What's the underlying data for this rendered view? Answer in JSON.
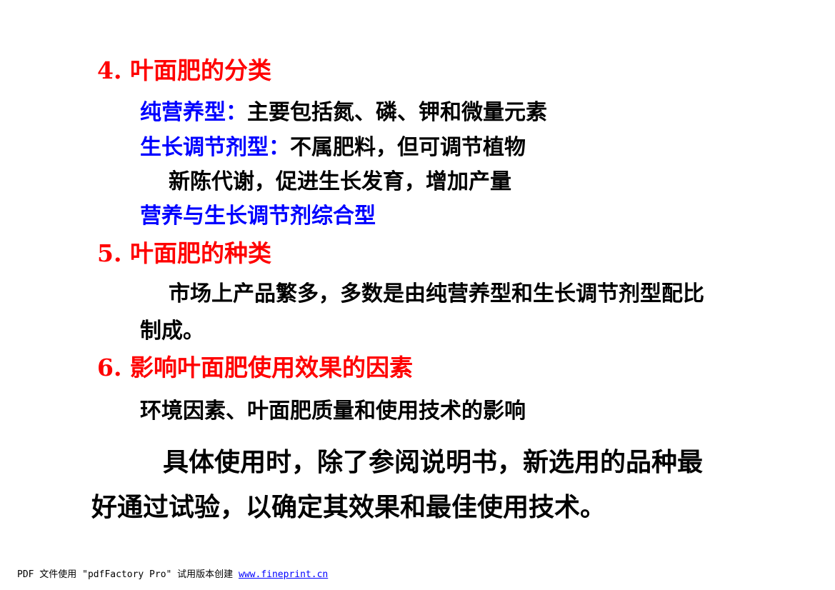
{
  "section4": {
    "heading": "4. 叶面肥的分类",
    "items": [
      {
        "label": "纯营养型：",
        "text": "主要包括氮、磷、钾和微量元素"
      },
      {
        "label": "生长调节剂型：",
        "text": "不属肥料，但可调节植物"
      },
      {
        "label": "",
        "text": "新陈代谢，促进生长发育，增加产量"
      },
      {
        "label": "营养与生长调节剂综合型",
        "text": ""
      }
    ]
  },
  "section5": {
    "heading": "5. 叶面肥的种类",
    "line1": "市场上产品繁多，多数是由纯营养型和生长调节剂型配比",
    "line2": "制成。"
  },
  "section6": {
    "heading": "6. 影响叶面肥使用效果的因素",
    "text": "环境因素、叶面肥质量和使用技术的影响"
  },
  "closing": {
    "line1": "具体使用时，除了参阅说明书，新选用的品种最",
    "line2": "好通过试验，以确定其效果和最佳使用技术。"
  },
  "footer": {
    "text": "PDF 文件使用 \"pdfFactory Pro\" 试用版本创建 ",
    "link": "www.fineprint.cn"
  },
  "colors": {
    "heading": "#ff0000",
    "label": "#0000ff",
    "text": "#000000"
  }
}
